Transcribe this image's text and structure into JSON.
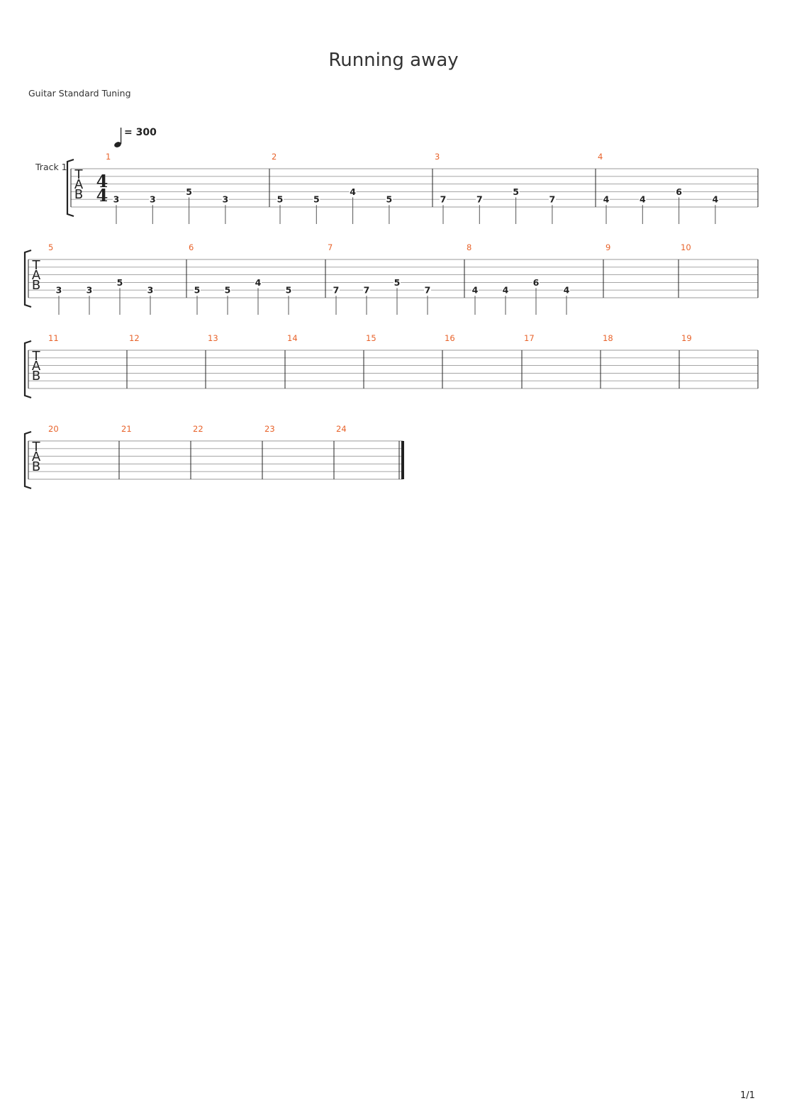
{
  "title": "Running away",
  "tuning": "Guitar Standard Tuning",
  "tempo": {
    "note_icon": "quarter-note-icon",
    "text": "= 300"
  },
  "track_name": "Track 1",
  "time_signature": {
    "top": "4",
    "bottom": "4"
  },
  "clef": [
    "T",
    "A",
    "B"
  ],
  "accent_color": "#e8632b",
  "page_number": "1/1",
  "systems": [
    {
      "measures": [
        {
          "number": "1",
          "notes": [
            {
              "string": 5,
              "fret": "3"
            },
            {
              "string": 5,
              "fret": "3"
            },
            {
              "string": 4,
              "fret": "5"
            },
            {
              "string": 5,
              "fret": "3"
            }
          ]
        },
        {
          "number": "2",
          "notes": [
            {
              "string": 5,
              "fret": "5"
            },
            {
              "string": 5,
              "fret": "5"
            },
            {
              "string": 4,
              "fret": "4"
            },
            {
              "string": 5,
              "fret": "5"
            }
          ]
        },
        {
          "number": "3",
          "notes": [
            {
              "string": 5,
              "fret": "7"
            },
            {
              "string": 5,
              "fret": "7"
            },
            {
              "string": 4,
              "fret": "5"
            },
            {
              "string": 5,
              "fret": "7"
            }
          ]
        },
        {
          "number": "4",
          "notes": [
            {
              "string": 5,
              "fret": "4"
            },
            {
              "string": 5,
              "fret": "4"
            },
            {
              "string": 4,
              "fret": "6"
            },
            {
              "string": 5,
              "fret": "4"
            }
          ]
        }
      ]
    },
    {
      "measures": [
        {
          "number": "5",
          "notes": [
            {
              "string": 5,
              "fret": "3"
            },
            {
              "string": 5,
              "fret": "3"
            },
            {
              "string": 4,
              "fret": "5"
            },
            {
              "string": 5,
              "fret": "3"
            }
          ]
        },
        {
          "number": "6",
          "notes": [
            {
              "string": 5,
              "fret": "5"
            },
            {
              "string": 5,
              "fret": "5"
            },
            {
              "string": 4,
              "fret": "4"
            },
            {
              "string": 5,
              "fret": "5"
            }
          ]
        },
        {
          "number": "7",
          "notes": [
            {
              "string": 5,
              "fret": "7"
            },
            {
              "string": 5,
              "fret": "7"
            },
            {
              "string": 4,
              "fret": "5"
            },
            {
              "string": 5,
              "fret": "7"
            }
          ]
        },
        {
          "number": "8",
          "notes": [
            {
              "string": 5,
              "fret": "4"
            },
            {
              "string": 5,
              "fret": "4"
            },
            {
              "string": 4,
              "fret": "6"
            },
            {
              "string": 5,
              "fret": "4"
            }
          ]
        },
        {
          "number": "9",
          "notes": []
        },
        {
          "number": "10",
          "notes": []
        }
      ]
    },
    {
      "measures": [
        {
          "number": "11",
          "notes": []
        },
        {
          "number": "12",
          "notes": []
        },
        {
          "number": "13",
          "notes": []
        },
        {
          "number": "14",
          "notes": []
        },
        {
          "number": "15",
          "notes": []
        },
        {
          "number": "16",
          "notes": []
        },
        {
          "number": "17",
          "notes": []
        },
        {
          "number": "18",
          "notes": []
        },
        {
          "number": "19",
          "notes": []
        }
      ]
    },
    {
      "measures": [
        {
          "number": "20",
          "notes": []
        },
        {
          "number": "21",
          "notes": []
        },
        {
          "number": "22",
          "notes": []
        },
        {
          "number": "23",
          "notes": []
        },
        {
          "number": "24",
          "notes": []
        }
      ]
    }
  ]
}
